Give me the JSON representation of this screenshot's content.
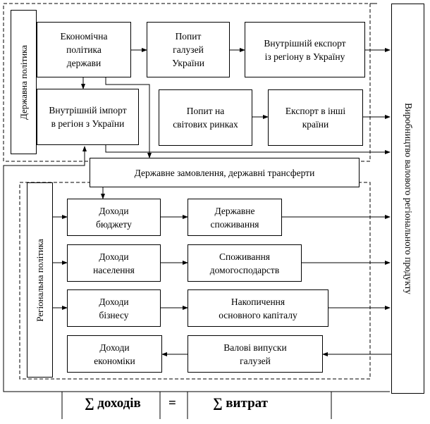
{
  "state_policy": {
    "label": "Державна політика"
  },
  "regional_policy": {
    "label": "Регіональна політика"
  },
  "gross_regional_product": {
    "label": "Виробництво валового регіонального продукту"
  },
  "boxes": {
    "economic_policy": "Економічна\nполітика\nдержави",
    "sector_demand": "Попит\nгалузей\nУкраїни",
    "internal_export": "Внутрішній експорт\nіз регіону в Україну",
    "internal_import": "Внутрішній імпорт\nв регіон з України",
    "world_demand": "Попит на\nсвітових ринках",
    "export_other": "Експорт в інші\nкраїни",
    "state_order": "Державне замовлення, державні трансферти",
    "budget_income": "Доходи\nбюджету",
    "state_consumption": "Державне\nспоживання",
    "population_income": "Доходи\nнаселення",
    "household_consumption": "Споживання\nдомогосподарств",
    "business_income": "Доходи\nбізнесу",
    "capital_accumulation": "Накопичення\nосновного капіталу",
    "economy_income": "Доходи\nекономіки",
    "gross_output": "Валові випуски\nгалузей"
  },
  "equation": {
    "income": "∑ доходів",
    "equals": "=",
    "costs": "∑ витрат"
  }
}
